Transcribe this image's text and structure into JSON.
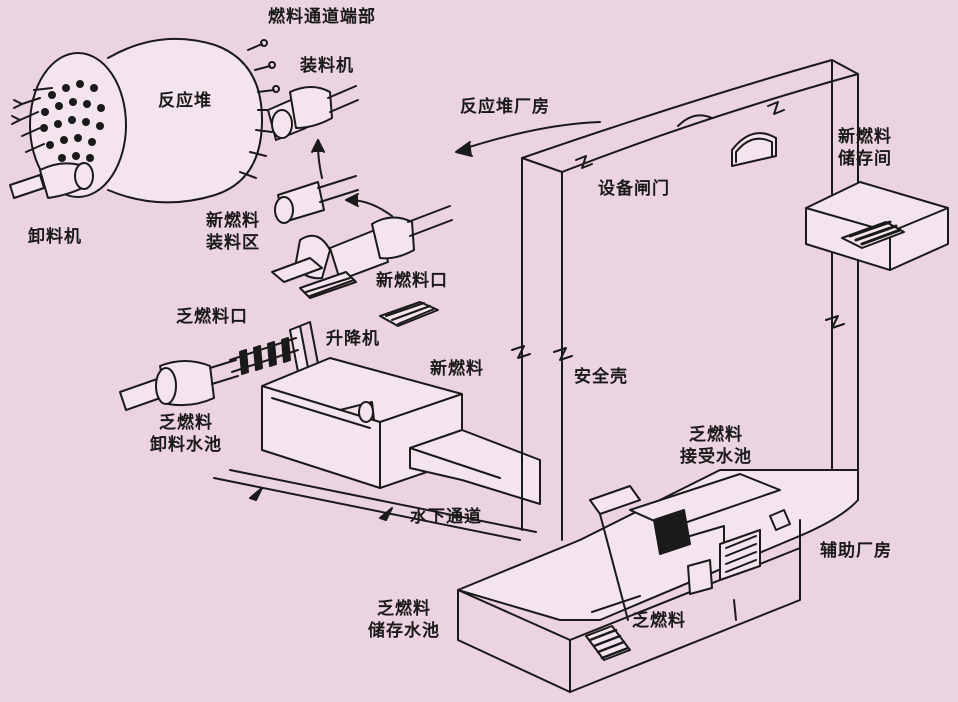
{
  "labels": {
    "channel_end": "燃料通道端部",
    "reactor": "反应堆",
    "loading_machine": "装料机",
    "unloading_machine": "卸料机",
    "reactor_building": "反应堆厂房",
    "equipment_gate": "设备闸门",
    "new_fuel_storage": [
      "新燃料",
      "储存间"
    ],
    "new_fuel_loading_area": [
      "新燃料",
      "装料区"
    ],
    "new_fuel_port": "新燃料口",
    "spent_fuel_port": "乏燃料口",
    "elevator": "升降机",
    "new_fuel": "新燃料",
    "containment": "安全壳",
    "spent_fuel_discharge_pool": [
      "乏燃料",
      "卸料水池"
    ],
    "spent_fuel_receiving_pool": [
      "乏燃料",
      "接受水池"
    ],
    "underwater_channel": "水下通道",
    "auxiliary_building": "辅助厂房",
    "spent_fuel_storage_pool": [
      "乏燃料",
      "储存水池"
    ],
    "spent_fuel": "乏燃料"
  },
  "colors": {
    "background": "#ecd3e1",
    "line": "#1a1a1a",
    "fill_light": "#f4e4ee"
  }
}
